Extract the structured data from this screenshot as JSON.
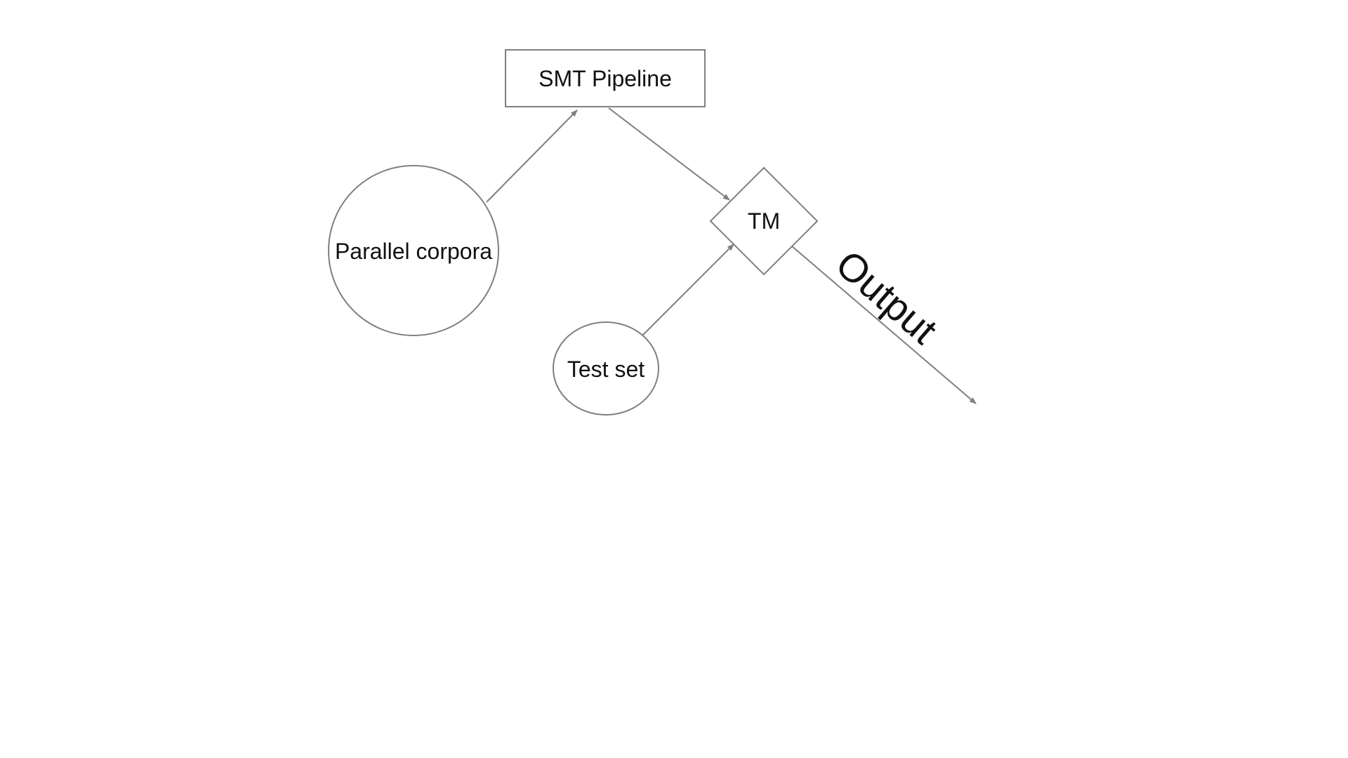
{
  "diagram": {
    "nodes": {
      "smt_pipeline": "SMT Pipeline",
      "parallel_corpora": "Parallel corpora",
      "tm": "TM",
      "test_set": "Test set"
    },
    "edge_labels": {
      "output": "Output"
    },
    "stroke_color": "#7f7f7f",
    "text_color": "#111111"
  }
}
